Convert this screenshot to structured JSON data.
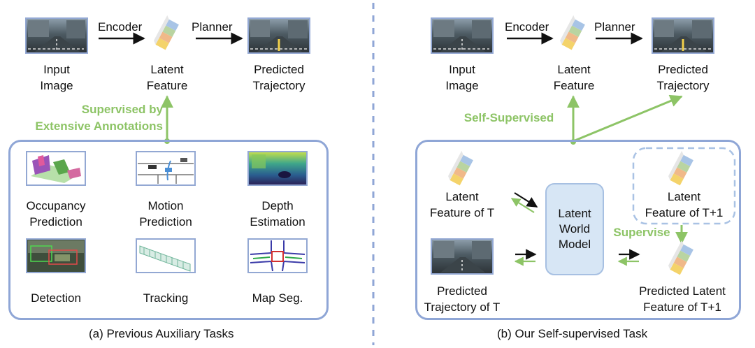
{
  "left": {
    "encoder_label": "Encoder",
    "planner_label": "Planner",
    "input_label": [
      "Input",
      "Image"
    ],
    "latent_label": [
      "Latent",
      "Feature"
    ],
    "predicted_label": [
      "Predicted",
      "Trajectory"
    ],
    "supervised_label": [
      "Supervised by",
      "Extensive Annotations"
    ],
    "tasks": [
      [
        "Occupancy",
        "Prediction"
      ],
      [
        "Motion",
        "Prediction"
      ],
      [
        "Depth",
        "Estimation"
      ],
      [
        "Detection"
      ],
      [
        "Tracking"
      ],
      [
        "Map Seg."
      ]
    ],
    "caption": "(a) Previous Auxiliary Tasks"
  },
  "right": {
    "encoder_label": "Encoder",
    "planner_label": "Planner",
    "input_label": [
      "Input",
      "Image"
    ],
    "latent_label": [
      "Latent",
      "Feature"
    ],
    "predicted_label": [
      "Predicted",
      "Trajectory"
    ],
    "self_supervised_label": "Self-Supervised",
    "latent_t_label": [
      "Latent",
      "Feature of T"
    ],
    "latent_t1_label": [
      "Latent",
      "Feature of T+1"
    ],
    "world_model_label": [
      "Latent",
      "World",
      "Model"
    ],
    "supervise_label": "Supervise",
    "traj_t_label": [
      "Predicted",
      "Trajectory of T"
    ],
    "pred_latent_label": [
      "Predicted Latent",
      "Feature of T+1"
    ],
    "caption": "(b) Our Self-supervised Task"
  },
  "colors": {
    "panel_border": "#8fa6d6",
    "green": "#8dc466",
    "divider": "#8fa6d6",
    "world_model_fill": "#d7e6f5"
  }
}
